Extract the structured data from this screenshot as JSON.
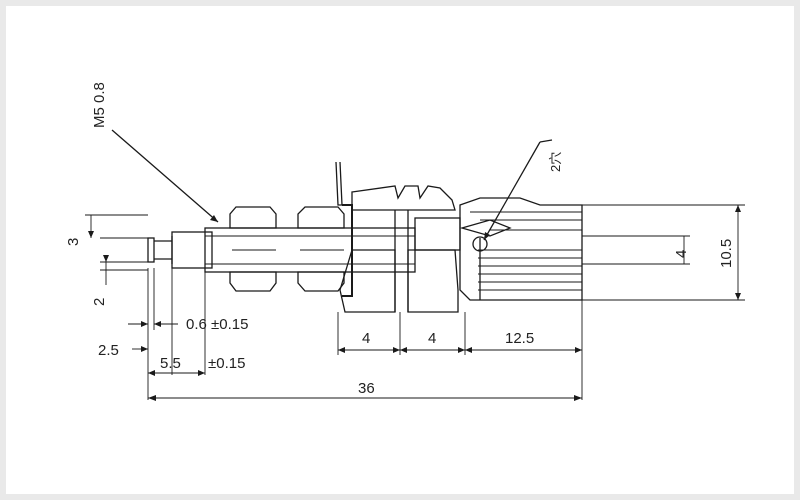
{
  "labels": {
    "thread": "M5 0.8",
    "hole": "2穴",
    "dim_3": "3",
    "dim_2": "2",
    "dim_06": "0.6 ±0.15",
    "dim_25": "2.5",
    "dim_55": "5.5",
    "dim_tol": "±0.15",
    "dim_36": "36",
    "dim_4a": "4",
    "dim_4b": "4",
    "dim_125": "12.5",
    "dim_4c": "4",
    "dim_105": "10.5"
  }
}
